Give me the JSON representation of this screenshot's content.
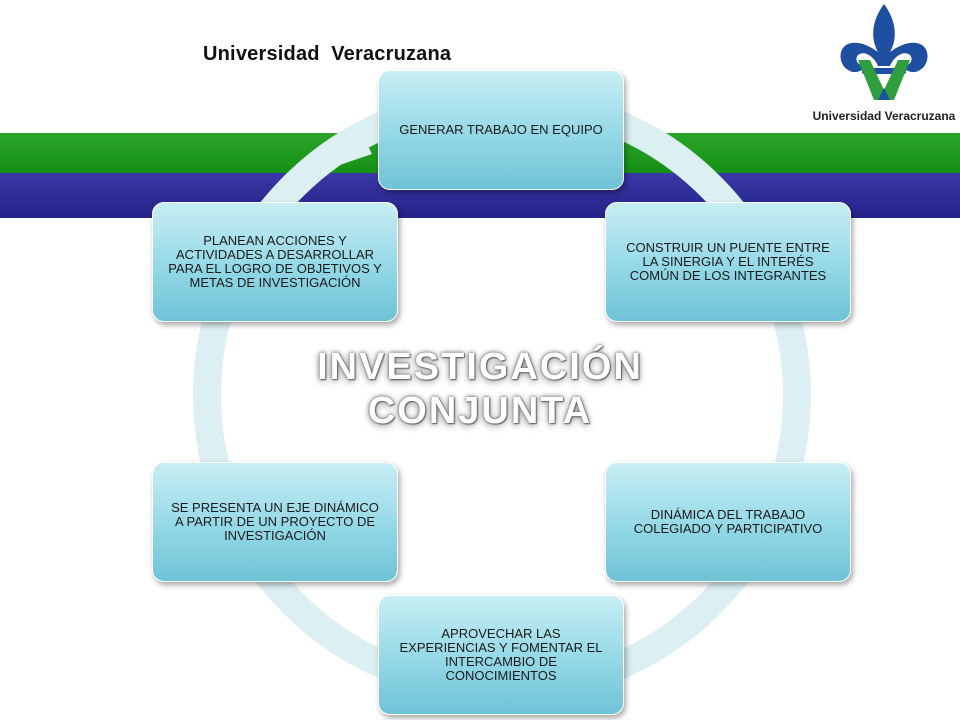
{
  "header": {
    "title": "Universidad  Veracruzana"
  },
  "logo": {
    "text": "Universidad Veracruzana",
    "colors": {
      "blue": "#1e4fa0",
      "green": "#2f9e3f"
    }
  },
  "bands": {
    "green": "#1f9b1f",
    "blue": "#2c2b98"
  },
  "cycle": {
    "center_line1": "INVESTIGACIÓN",
    "center_line2": "CONJUNTA",
    "nodes": [
      "GENERAR TRABAJO EN EQUIPO",
      "CONSTRUIR UN PUENTE ENTRE LA SINERGIA Y EL INTERÉS COMÚN DE LOS INTEGRANTES",
      "DINÁMICA DEL TRABAJO COLEGIADO Y PARTICIPATIVO",
      "APROVECHAR LAS EXPERIENCIAS Y FOMENTAR EL INTERCAMBIO DE CONOCIMIENTOS",
      "SE PRESENTA UN EJE DINÁMICO A PARTIR DE UN PROYECTO DE INVESTIGACIÓN",
      "PLANEAN ACCIONES Y ACTIVIDADES A DESARROLLAR PARA EL LOGRO DE OBJETIVOS Y METAS DE INVESTIGACIÓN"
    ]
  }
}
